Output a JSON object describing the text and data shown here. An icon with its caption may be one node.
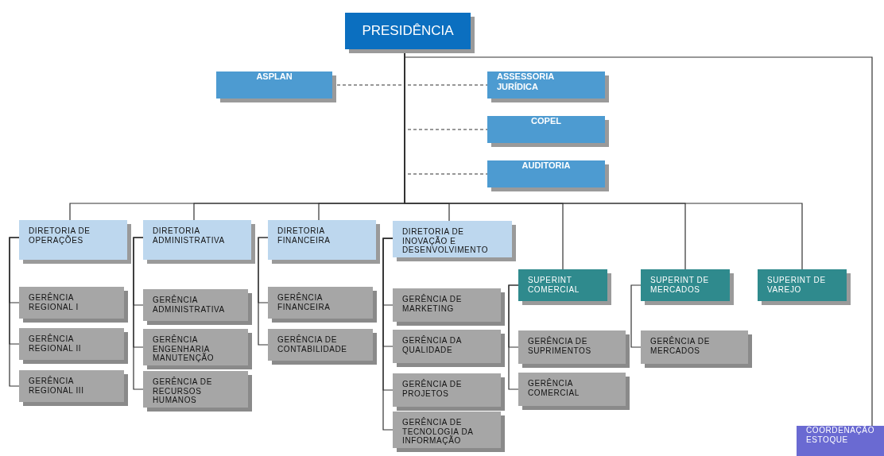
{
  "diagram": {
    "nodes": [
      {
        "text": [
          "PRESIDÊNCIA"
        ]
      },
      {
        "text": [
          "ASPLAN"
        ]
      },
      {
        "text": [
          "ASSESSORIA JURÍDICA"
        ]
      },
      {
        "text": [
          "COPEL"
        ]
      },
      {
        "text": [
          "AUDITORIA"
        ]
      },
      {
        "text": [
          "DIRETORIA DE OPERAÇÕES"
        ]
      },
      {
        "text": [
          "DIRETORIA ADMINISTRATIVA"
        ]
      },
      {
        "text": [
          "DIRETORIA FINANCEIRA"
        ]
      },
      {
        "text": [
          "DIRETORIA DE INOVAÇÃO E DESENVOLVIMENTO"
        ]
      },
      {
        "text": [
          "SUPERINT COMERCIAL"
        ]
      },
      {
        "text": [
          "SUPERINT DE MERCADOS"
        ]
      },
      {
        "text": [
          "SUPERINT DE VAREJO"
        ]
      },
      {
        "text": [
          "COORDENAÇÃO ESTOQUE"
        ]
      },
      {
        "text": [
          "GERÊNCIA REGIONAL I"
        ]
      },
      {
        "text": [
          "GERÊNCIA REGIONAL II"
        ]
      },
      {
        "text": [
          "GERÊNCIA REGIONAL III"
        ]
      },
      {
        "text": [
          "GERÊNCIA ADMINISTRATIVA"
        ]
      },
      {
        "text": [
          "GERÊNCIA ENGENHARIA MANUTENÇÃO"
        ]
      },
      {
        "text": [
          "GERÊNCIA DE RECURSOS HUMANOS"
        ]
      },
      {
        "text": [
          "GERÊNCIA FINANCEIRA"
        ]
      },
      {
        "text": [
          "GERÊNCIA DE CONTABILIDADE"
        ]
      },
      {
        "text": [
          "GERÊNCIA DE MARKETING"
        ]
      },
      {
        "text": [
          "GERÊNCIA DA QUALIDADE"
        ]
      },
      {
        "text": [
          "GERÊNCIA DE PROJETOS"
        ]
      },
      {
        "text": [
          "GERÊNCIA DE TECNOLOGIA DA INFORMAÇÃO"
        ]
      },
      {
        "text": [
          "GERÊNCIA DE SUPRIMENTOS"
        ]
      },
      {
        "text": [
          "GERÊNCIA COMERCIAL"
        ]
      },
      {
        "text": [
          "GERÊNCIA DE MERCADOS"
        ]
      }
    ],
    "edges": [
      {
        "from": 0,
        "to": 1,
        "arrow": "none",
        "style": "dashed"
      },
      {
        "from": 0,
        "to": 2,
        "arrow": "none",
        "style": "dashed"
      },
      {
        "from": 0,
        "to": 3,
        "arrow": "none",
        "style": "dashed"
      },
      {
        "from": 0,
        "to": 4,
        "arrow": "none",
        "style": "dashed"
      },
      {
        "from": 0,
        "to": 5,
        "arrow": "none"
      },
      {
        "from": 0,
        "to": 6,
        "arrow": "none"
      },
      {
        "from": 0,
        "to": 7,
        "arrow": "none"
      },
      {
        "from": 0,
        "to": 8,
        "arrow": "none"
      },
      {
        "from": 0,
        "to": 9,
        "arrow": "none"
      },
      {
        "from": 0,
        "to": 10,
        "arrow": "none"
      },
      {
        "from": 0,
        "to": 11,
        "arrow": "none"
      },
      {
        "from": 0,
        "to": 12,
        "arrow": "none"
      },
      {
        "from": 5,
        "to": 13,
        "arrow": "none"
      },
      {
        "from": 5,
        "to": 14,
        "arrow": "none"
      },
      {
        "from": 5,
        "to": 15,
        "arrow": "none"
      },
      {
        "from": 6,
        "to": 16,
        "arrow": "none"
      },
      {
        "from": 6,
        "to": 17,
        "arrow": "none"
      },
      {
        "from": 6,
        "to": 18,
        "arrow": "none"
      },
      {
        "from": 7,
        "to": 19,
        "arrow": "none"
      },
      {
        "from": 7,
        "to": 20,
        "arrow": "none"
      },
      {
        "from": 8,
        "to": 21,
        "arrow": "none"
      },
      {
        "from": 8,
        "to": 22,
        "arrow": "none"
      },
      {
        "from": 8,
        "to": 23,
        "arrow": "none"
      },
      {
        "from": 8,
        "to": 24,
        "arrow": "none"
      },
      {
        "from": 9,
        "to": 25,
        "arrow": "none"
      },
      {
        "from": 9,
        "to": 26,
        "arrow": "none"
      },
      {
        "from": 10,
        "to": 27,
        "arrow": "none"
      }
    ]
  }
}
